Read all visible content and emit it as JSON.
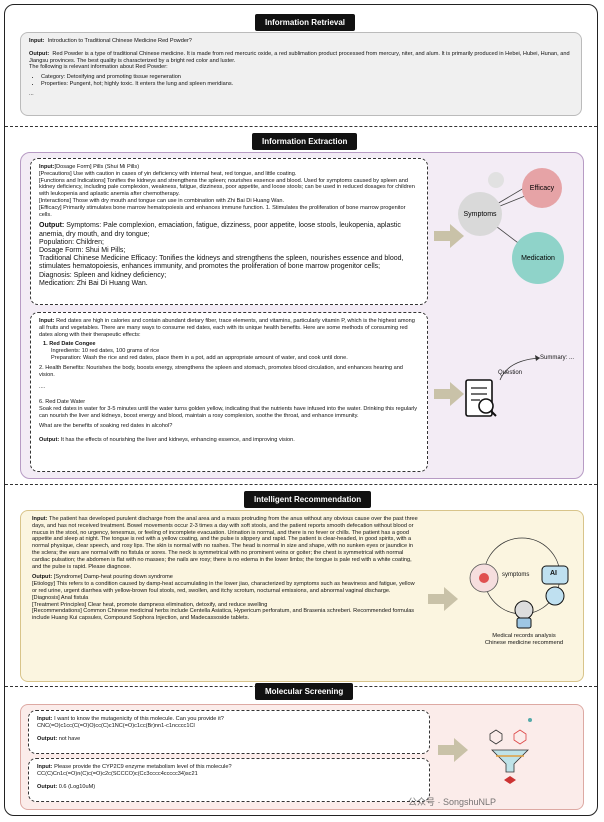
{
  "sections": {
    "info_retrieval": "Information Retrieval",
    "info_extraction": "Information Extraction",
    "intelligent_recommendation": "Intelligent Recommendation",
    "molecular_screening": "Molecular Screening"
  },
  "ir": {
    "input_label": "Input:",
    "input_text": "Introduction to Traditional Chinese Medicine Red Powder?",
    "output_label": "Output:",
    "output_text": "Red Powder is a type of traditional Chinese medicine. It is made from red mercuric oxide, a red sublimation product processed from mercury, niter, and alum. It is primarily produced in Hebei, Hubei, Hunan, and Jiangsu provinces. The best quality is characterized by a bright red color and luster.",
    "output_line2": "The following is relevant information about Red Powder:",
    "bullets": [
      "Category: Detoxifying and promoting tissue regeneration",
      "Properties: Pungent, hot; highly toxic. It enters the lung and spleen meridians."
    ],
    "ellipsis": "..."
  },
  "ie1": {
    "input_label": "Input:",
    "lines": [
      "[Dosage Form] Pills (Shui Mi Pills)",
      "[Precautions] Use with caution in cases of yin deficiency with internal heat, red tongue, and little coating.",
      "[Functions and Indications] Tonifies the kidneys and strengthens the spleen; nourishes essence and blood. Used for symptoms caused by spleen and kidney deficiency, including pale complexion, weakness, fatigue, dizziness, poor appetite, and loose stools; can be used in reduced dosages for children with leukopenia and aplastic anemia after chemotherapy.",
      "[Interactions] Those with dry mouth and tongue can use in combination with Zhi Bai Di Huang Wan.",
      "[Efficacy] Primarily stimulates bone marrow hematopoiesis and enhances immune function. 1. Stimulates the proliferation of bone marrow progenitor cells."
    ],
    "output_label": "Output:",
    "output_lines": [
      "Symptoms: Pale complexion, emaciation, fatigue, dizziness, poor appetite, loose stools, leukopenia, aplastic anemia, dry mouth, and dry tongue;",
      "Population: Children;",
      "Dosage Form: Shui Mi Pills;",
      "Traditional Chinese Medicine Efficacy: Tonifies the kidneys and strengthens the spleen, nourishes essence and blood, stimulates hematopoiesis, enhances immunity, and promotes the proliferation of bone marrow progenitor cells;",
      "Diagnosis: Spleen and kidney deficiency;",
      "Medication: Zhi Bai Di Huang Wan."
    ]
  },
  "graph": {
    "symptoms": "Symptoms",
    "efficacy": "Efficacy",
    "medication": "Medication"
  },
  "ie2": {
    "input_label": "Input:",
    "input_text": "Red dates are high in calories and contain abundant dietary fiber, trace elements, and vitamins, particularly vitamin P, which is the highest among all fruits and vegetables. There are many ways to consume red dates, each with its unique health benefits. Here are some methods of consuming red dates along with their therapeutic effects:",
    "item1": "1.  Red Date Congee",
    "item1_a": "Ingredients: 10 red dates, 100 grams of rice",
    "item1_b": "Preparation: Wash the rice and red dates, place them in a pot, add an appropriate amount of water, and cook until done.",
    "item2": "2. Health Benefits: Nourishes the body, boosts energy, strengthens the spleen and stomach, promotes blood circulation, and enhances hearing and vision.",
    "ellipsis": "....",
    "item6": "6. Red Date Water",
    "item6_text": "Soak red dates in water for 3-5 minutes until the water turns golden yellow, indicating that the nutrients have infused into the water. Drinking this regularly can nourish the liver and kidneys, boost energy and blood, maintain a rosy complexion, soothe the throat, and enhance immunity.",
    "question": "What are the benefits of soaking red dates in alcohol?",
    "output_label": "Output:",
    "output_text": "It has the effects of nourishing the liver and kidneys, enhancing essence, and improving vision."
  },
  "summary_fig": {
    "summary": "Summary: ...",
    "question": "Question"
  },
  "ir_rec": {
    "input_label": "Input:",
    "input_text": "The patient has developed purulent discharge from the anal area and a mass protruding from the anus without any obvious cause over the past three days, and has not received treatment. Bowel movements occur 2-3 times a day with soft stools, and the patient reports smooth defecation without blood or mucus in the stool, no urgency, tenesmus, or feeling of incomplete evacuation. Urination is normal, and there is no fever or chills. The patient has a good appetite and sleep at night. The tongue is red with a yellow coating, and the pulse is slippery and rapid. The patient is clear-headed, in good spirits, with a normal physique, clear speech, and rosy lips. The skin is normal with no rashes. The head is normal in size and shape, with no sunken eyes or jaundice in the sclera; the ears are normal with no fistula or sores. The neck is symmetrical with no prominent veins or goiter; the chest is symmetrical with normal cardiac pulsation; the abdomen is flat with no masses; the nails are rosy; there is no edema in the lower limbs; the tongue is pale red with a white coating, and the pulse is rapid. Please diagnose.",
    "output_label": "Output:",
    "output_lines": [
      "[Syndrome] Damp-heat pouring down syndrome",
      "[Etiology] This refers to a condition caused by damp-heat accumulating in the lower jiao, characterized by symptoms such as heaviness and fatigue, yellow or red urine, urgent diarrhea with yellow-brown foul stools, red, swollen, and itchy scrotum, nocturnal emissions, and abnormal vaginal discharge.",
      "[Diagnosis] Anal fistula",
      "[Treatment Principles] Clear heat, promote dampness elimination, detoxify, and reduce swelling",
      "[Recommendations] Common Chinese medicinal herbs include Centella Asiatica, Hypericum perforatum, and Brasenia schreberi. Recommended formulas include Huang Kui capsules, Compound Sophora Injection, and Madecassoside tablets."
    ]
  },
  "rec_fig": {
    "symptoms": "symptoms",
    "ai": "AI",
    "caption1": "Medical records analysis",
    "caption2": "Chinese medicine recommend"
  },
  "ms1": {
    "input_label": "Input:",
    "input_text": "I want to know the mutagenicity of this molecule. Can you provide it?",
    "smiles": "CNC(=O)c1cc(C(=O)O)cc(C)c1NC(=O)c1cc(Br)nn1-c1ncccc1Cl",
    "output_label": "Output:",
    "output_text": "not have"
  },
  "ms2": {
    "input_label": "Input:",
    "input_text": "Please provide the CYP2C9 enzyme metabolism level of this molecule?",
    "smiles": "CC(C)Cn1c(=O)n(C)c(=O)c2c(SCCCO)c(Cc3cccc4ccccc34)sc21",
    "output_label": "Output:",
    "output_text": "0.6   (Log10uM)"
  },
  "watermark": "公众号 · SongshuNLP"
}
